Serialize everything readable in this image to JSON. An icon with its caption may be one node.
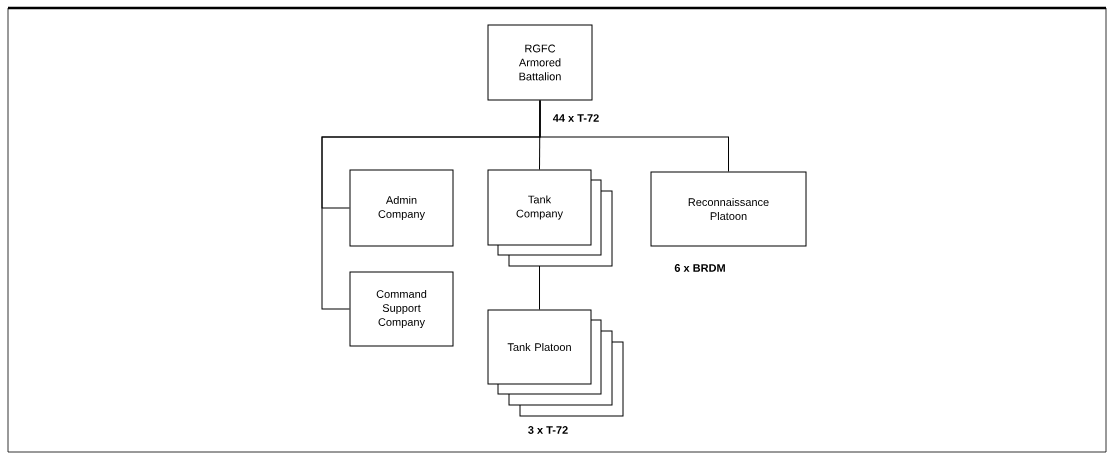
{
  "diagram": {
    "nodes": [
      {
        "text": [
          "RGFC Armored Battalion"
        ],
        "beside": [
          "44 x T-72"
        ]
      },
      {
        "text": [
          "Admin Company"
        ]
      },
      {
        "text": [
          "Command Support Company"
        ]
      },
      {
        "text": [
          "Tank Company"
        ]
      },
      {
        "text": [
          "Reconnaissance Platoon"
        ],
        "beside": [
          "6 x BRDM"
        ]
      },
      {
        "text": [
          "Tank Platoon"
        ],
        "beside": [
          "3 x T-72"
        ]
      }
    ],
    "edges": [
      {
        "from": 0,
        "to": 1,
        "arrow": "none"
      },
      {
        "from": 0,
        "to": 2,
        "arrow": "none"
      },
      {
        "from": 0,
        "to": 3,
        "arrow": "none"
      },
      {
        "from": 0,
        "to": 4,
        "arrow": "none"
      },
      {
        "from": 3,
        "to": 5,
        "arrow": "none"
      }
    ]
  }
}
